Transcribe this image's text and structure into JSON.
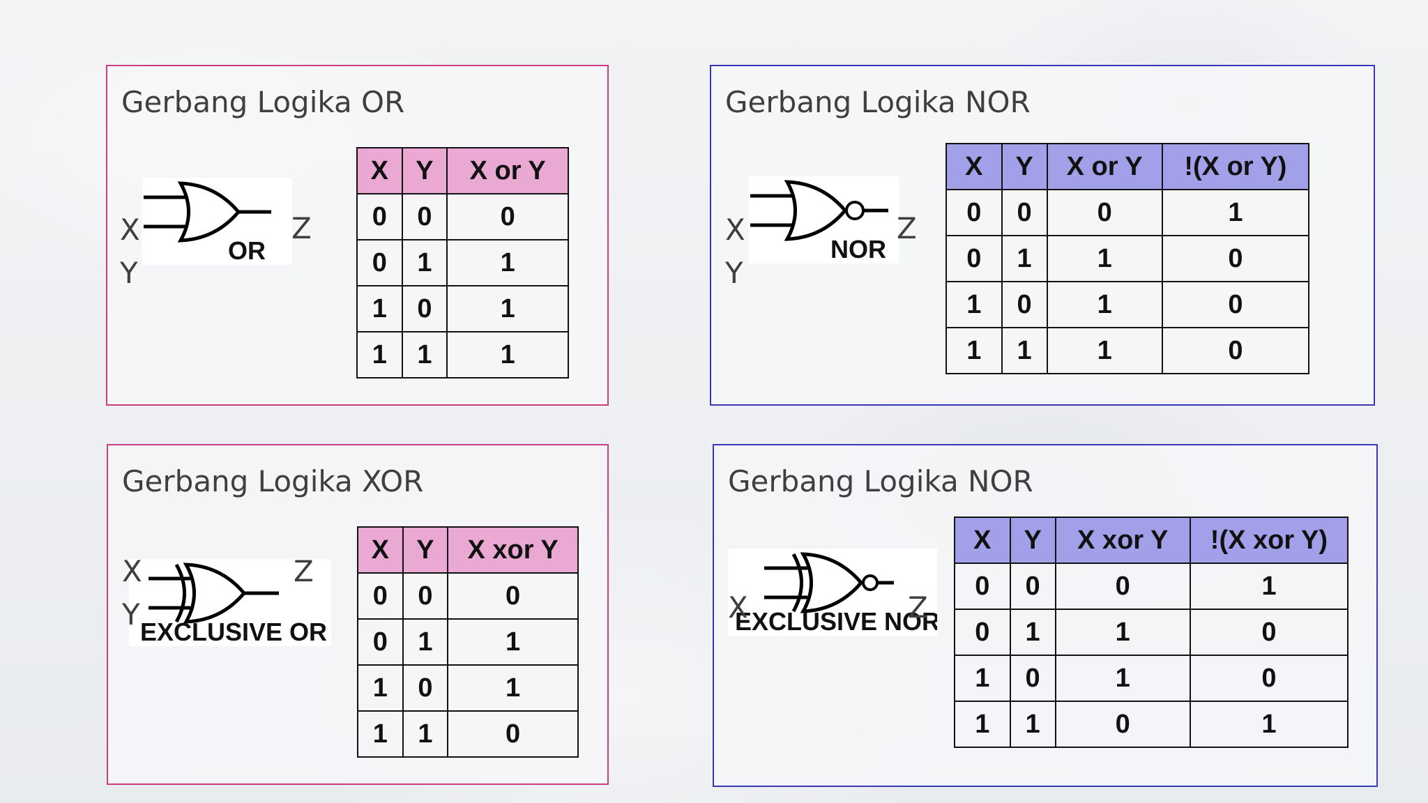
{
  "panels": [
    {
      "title": "Gerbang Logika OR",
      "gate_label": "OR",
      "pins": {
        "x": "X",
        "y": "Y",
        "z": "Z"
      },
      "table": {
        "headers": [
          "X",
          "Y",
          "X or Y"
        ],
        "rows": [
          [
            "0",
            "0",
            "0"
          ],
          [
            "0",
            "1",
            "1"
          ],
          [
            "1",
            "0",
            "1"
          ],
          [
            "1",
            "1",
            "1"
          ]
        ]
      }
    },
    {
      "title": "Gerbang Logika NOR",
      "gate_label": "NOR",
      "pins": {
        "x": "X",
        "y": "Y",
        "z": "Z"
      },
      "table": {
        "headers": [
          "X",
          "Y",
          "X or Y",
          "!(X or Y)"
        ],
        "rows": [
          [
            "0",
            "0",
            "0",
            "1"
          ],
          [
            "0",
            "1",
            "1",
            "0"
          ],
          [
            "1",
            "0",
            "1",
            "0"
          ],
          [
            "1",
            "1",
            "1",
            "0"
          ]
        ]
      }
    },
    {
      "title": "Gerbang Logika XOR",
      "gate_label": "EXCLUSIVE OR",
      "pins": {
        "x": "X",
        "y": "Y",
        "z": "Z"
      },
      "table": {
        "headers": [
          "X",
          "Y",
          "X xor Y"
        ],
        "rows": [
          [
            "0",
            "0",
            "0"
          ],
          [
            "0",
            "1",
            "1"
          ],
          [
            "1",
            "0",
            "1"
          ],
          [
            "1",
            "1",
            "0"
          ]
        ]
      }
    },
    {
      "title": "Gerbang Logika NOR",
      "gate_label": "EXCLUSIVE NOR",
      "pins": {
        "x": "X",
        "z": "Z"
      },
      "table": {
        "headers": [
          "X",
          "Y",
          "X xor Y",
          "!(X xor Y)"
        ],
        "rows": [
          [
            "0",
            "0",
            "0",
            "1"
          ],
          [
            "0",
            "1",
            "1",
            "0"
          ],
          [
            "1",
            "0",
            "1",
            "0"
          ],
          [
            "1",
            "1",
            "0",
            "1"
          ]
        ]
      }
    }
  ],
  "colors": {
    "pink_border": "#cc3c82",
    "blue_border": "#3737b8",
    "pink_header": "#eaa9d2",
    "lavender_header": "#a3a0ea"
  }
}
